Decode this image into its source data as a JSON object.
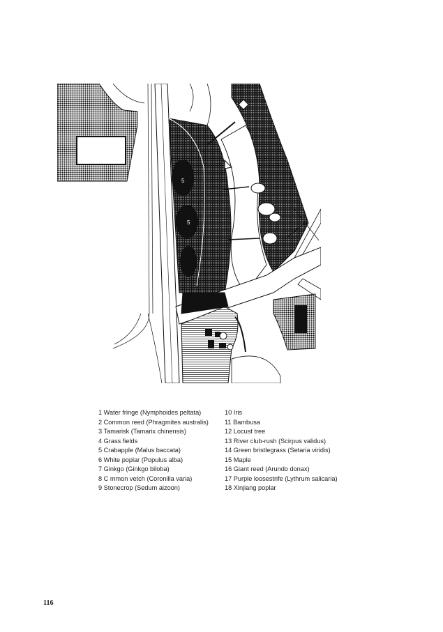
{
  "legend": {
    "column1": [
      "1 Water fringe (Nymphoides peltata)",
      "2 Common reed (Phragmites australis)",
      "3 Tamarisk (Tamarix chinensis)",
      "4 Grass fields",
      "5 Crabapple (Malus baccata)",
      "6 White poplar (Populus alba)",
      "7 Ginkgo (Ginkgo biloba)",
      "8 C mmon vetch (Coronilla varia)",
      "9 Stonecrop (Sedum aizoon)"
    ],
    "column2": [
      "10 Iris",
      "11 Bambusa",
      "12 Locust tree",
      "13 River club-rush (Scirpus validus)",
      "14 Green bristlegrass (Setaria viridis)",
      "15 Maple",
      "16 Giant reed (Arundo donax)",
      "17 Purple loosestrife (Lythrum salicaria)",
      "18 Xinjiang poplar"
    ]
  },
  "plan_labels": {
    "label_a": "5",
    "label_b": "5"
  },
  "page_number": "116"
}
